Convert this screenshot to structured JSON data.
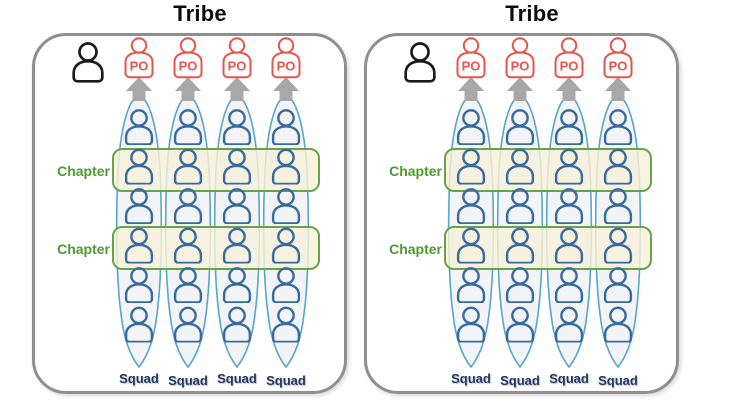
{
  "colors": {
    "background": "#ffffff",
    "panel_border": "#8f8f8f",
    "title_text": "#0d0d0d",
    "po_red": "#e8544b",
    "member_blue": "#38699f",
    "oval_stroke_blue": "#58a6c8",
    "oval_fill": "#f2f4f7",
    "arrow_gray": "#a8a8a8",
    "chapter_green_text": "#4e9a2e",
    "chapter_band_border": "#67a34a",
    "chapter_band_fill": "#f6f2d9",
    "squad_navy": "#1f3864",
    "tribe_lead_black": "#1a1a1a"
  },
  "panels": [
    {
      "title": "Tribe",
      "tribe_lead_icon": "person-icon",
      "chapters": [
        {
          "label": "Chapter"
        },
        {
          "label": "Chapter"
        }
      ],
      "squads": [
        {
          "label": "Squad",
          "po_label": "PO",
          "member_count": 6
        },
        {
          "label": "Squad",
          "po_label": "PO",
          "member_count": 6
        },
        {
          "label": "Squad",
          "po_label": "PO",
          "member_count": 6
        },
        {
          "label": "Squad",
          "po_label": "PO",
          "member_count": 6
        }
      ]
    },
    {
      "title": "Tribe",
      "tribe_lead_icon": "person-icon",
      "chapters": [
        {
          "label": "Chapter"
        },
        {
          "label": "Chapter"
        }
      ],
      "squads": [
        {
          "label": "Squad",
          "po_label": "PO",
          "member_count": 6
        },
        {
          "label": "Squad",
          "po_label": "PO",
          "member_count": 6
        },
        {
          "label": "Squad",
          "po_label": "PO",
          "member_count": 6
        },
        {
          "label": "Squad",
          "po_label": "PO",
          "member_count": 6
        }
      ]
    }
  ]
}
